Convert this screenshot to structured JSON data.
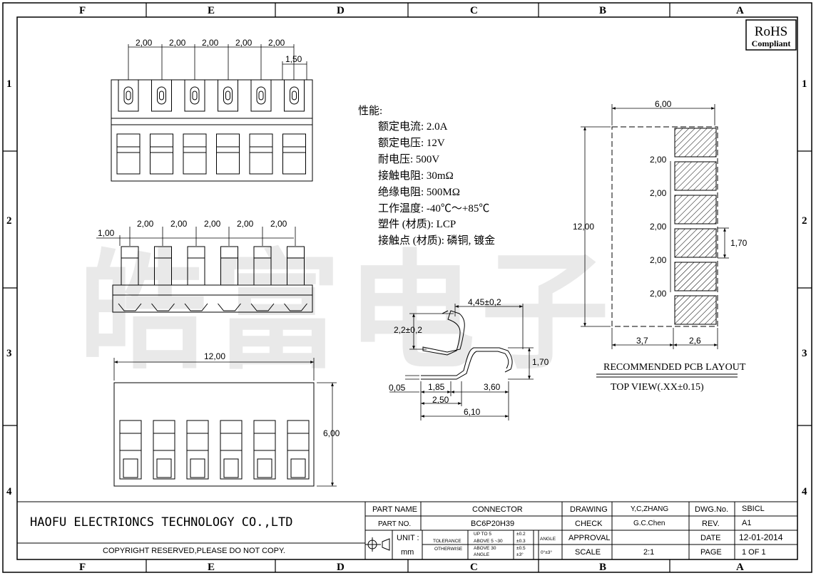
{
  "border": {
    "columns": [
      "F",
      "E",
      "D",
      "C",
      "B",
      "A"
    ],
    "rows": [
      "1",
      "2",
      "3",
      "4"
    ]
  },
  "rohs": {
    "line1": "RoHS",
    "line2": "Compliant"
  },
  "watermark": "皓富电子",
  "top_view_dims": {
    "pitch": "2,00",
    "width": "1,50"
  },
  "front_view_dims": {
    "pitch": "2,00",
    "offset": "1,00"
  },
  "bottom_view_dims": {
    "length": "12,00",
    "height": "6,00"
  },
  "specs": {
    "heading": "性能:",
    "lines": [
      "额定电流: 2.0A",
      "额定电压: 12V",
      "耐电压: 500V",
      "接触电阻: 30mΩ",
      "绝缘电阻: 500MΩ",
      "工作温度: -40℃～+85℃",
      "塑件 (材质): LCP",
      "接触点 (材质): 磷铜, 镀金"
    ]
  },
  "contact_dims": {
    "d_445": "4,45±0,2",
    "d_22": "2,2±0,2",
    "d_170": "1,70",
    "d_005": "0,05",
    "d_185": "1,85",
    "d_360": "3,60",
    "d_250": "2,50",
    "d_610": "6,10"
  },
  "pcb_layout": {
    "width": "6,00",
    "height": "12,00",
    "pitch": "2,00",
    "pad_width": "1,70",
    "left": "3,7",
    "right": "2,6",
    "caption1": "RECOMMENDED PCB LAYOUT",
    "caption2": "TOP VIEW(.XX±0.15)"
  },
  "title_block": {
    "company": "HAOFU ELECTRIONCS TECHNOLOGY CO.,LTD",
    "copyright": "COPYRIGHT RESERVED,PLEASE DO NOT COPY.",
    "part_name_label": "PART NAME",
    "part_name": "CONNECTOR",
    "part_no_label": "PART NO.",
    "part_no": "BC6P20H39",
    "unit_label": "UNIT :",
    "unit": "mm",
    "tol_label1": "TOLERANCE",
    "tol_label2": "OTHERWISE",
    "tol_r1": "UP TO 5",
    "tol_r1v": "±0.2",
    "tol_r2": "ABOVE 5 ~30",
    "tol_r2v": "±0.3",
    "tol_r3": "ABOVE 30",
    "tol_r3v": "±0.5",
    "tol_r4": "ANGLE",
    "tol_r4v": "±3°",
    "angle_label": "ANGLE",
    "angle_val": "0°±3°",
    "drawing_label": "DRAWING",
    "drawing": "Y,C,ZHANG",
    "check_label": "CHECK",
    "check": "G.C.Chen",
    "approval_label": "APPROVAL",
    "approval": "",
    "scale_label": "SCALE",
    "scale": "2:1",
    "dwg_label": "DWG.No.",
    "dwg": "SBICL",
    "rev_label": "REV.",
    "rev": "A1",
    "date_label": "DATE",
    "date": "12-01-2014",
    "page_label": "PAGE",
    "page": "1 OF 1"
  }
}
